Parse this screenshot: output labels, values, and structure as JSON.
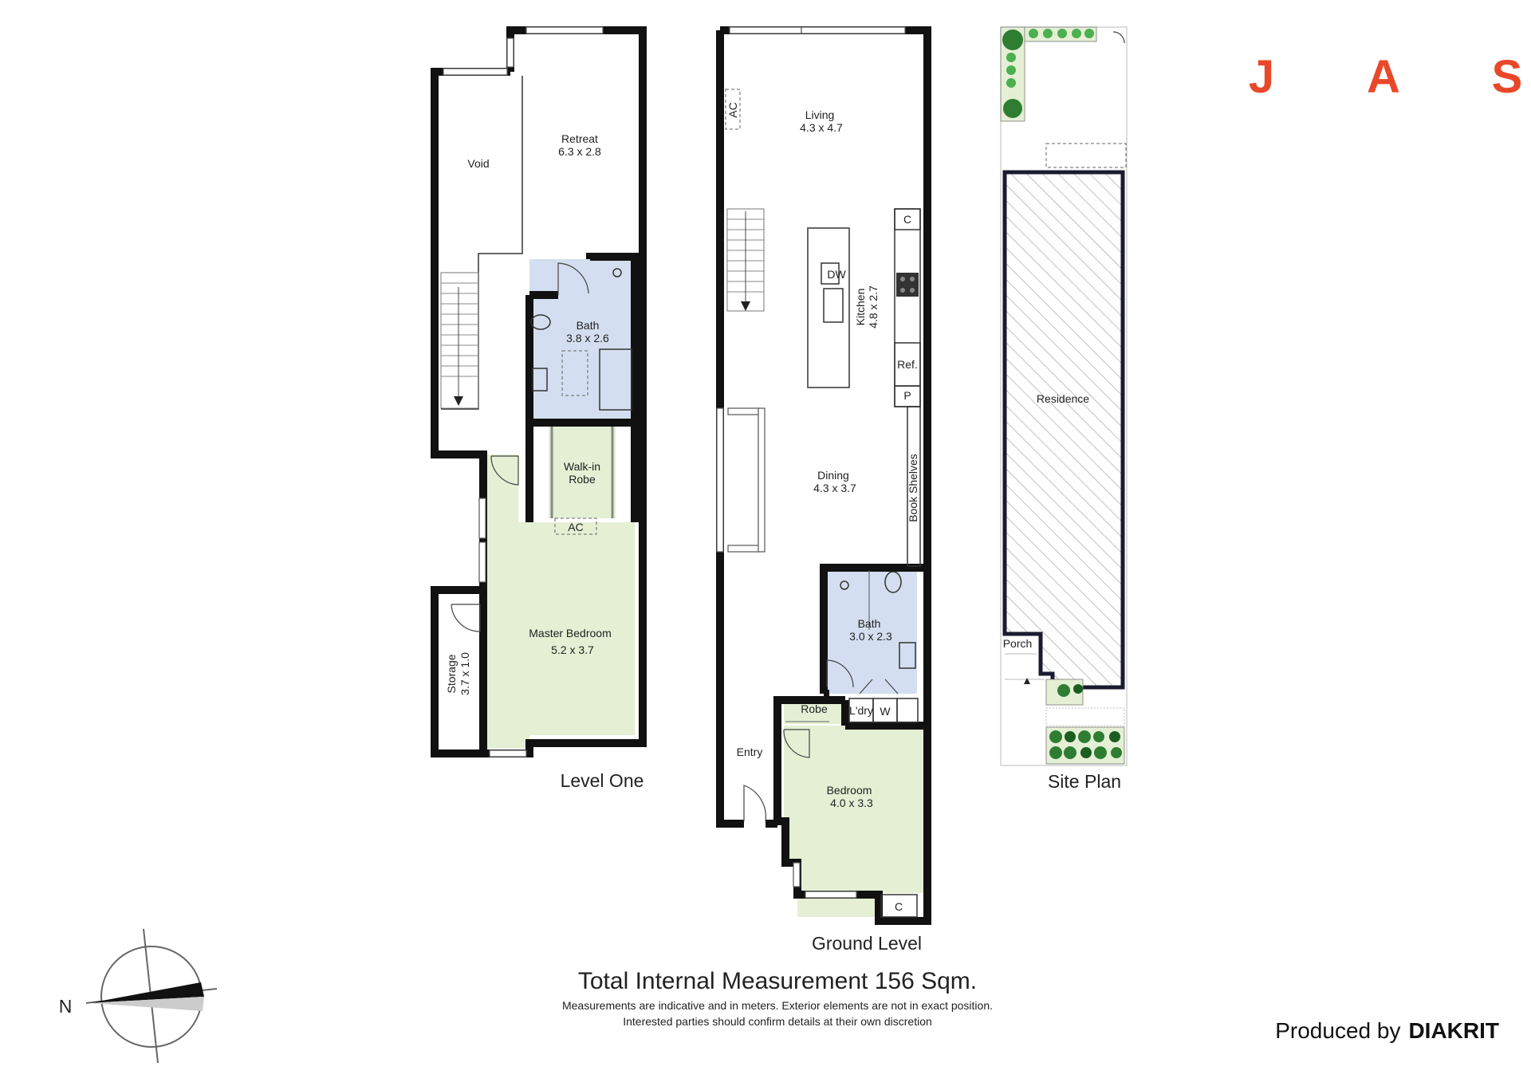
{
  "brand": {
    "letters": [
      "J",
      "A",
      "S"
    ],
    "color": "#e8482a"
  },
  "colors": {
    "bath": "#d3dff0",
    "bedroom": "#e4efd4",
    "wall": "#111111",
    "tree": "#2e7d32"
  },
  "level_one": {
    "caption": "Level One",
    "void": "Void",
    "retreat": {
      "name": "Retreat",
      "dims": "6.3 x 2.8"
    },
    "bath": {
      "name": "Bath",
      "dims": "3.8 x 2.6"
    },
    "walk_in_robe": {
      "line1": "Walk-in",
      "line2": "Robe"
    },
    "ac": "AC",
    "master_bedroom": {
      "name": "Master Bedroom",
      "dims": "5.2 x 3.7"
    },
    "storage": {
      "name": "Storage",
      "dims": "3.7 x 1.0"
    }
  },
  "ground_level": {
    "caption": "Ground Level",
    "ac": "AC",
    "living": {
      "name": "Living",
      "dims": "4.3 x 4.7"
    },
    "kitchen": {
      "name": "Kitchen",
      "dims": "4.8 x 2.7"
    },
    "dw": "DW",
    "c_top": "C",
    "ref": "Ref.",
    "p": "P",
    "dining": {
      "name": "Dining",
      "dims": "4.3 x 3.7"
    },
    "book_shelves": "Book Shelves",
    "bath": {
      "name": "Bath",
      "dims": "3.0 x 2.3"
    },
    "robe": "Robe",
    "laundry": "L'dry",
    "w": "W",
    "entry": "Entry",
    "bedroom": {
      "name": "Bedroom",
      "dims": "4.0 x 3.3"
    },
    "c_bottom": "C"
  },
  "site_plan": {
    "caption": "Site Plan",
    "residence": "Residence",
    "porch": "Porch"
  },
  "compass": {
    "label": "N"
  },
  "footer": {
    "total": "Total Internal Measurement 156 Sqm.",
    "disclaimer1": "Measurements are indicative and in meters. Exterior elements are not in exact position.",
    "disclaimer2": "Interested parties should confirm details at their own discretion",
    "produced_by": "Produced by",
    "company": "DIAKRIT"
  }
}
